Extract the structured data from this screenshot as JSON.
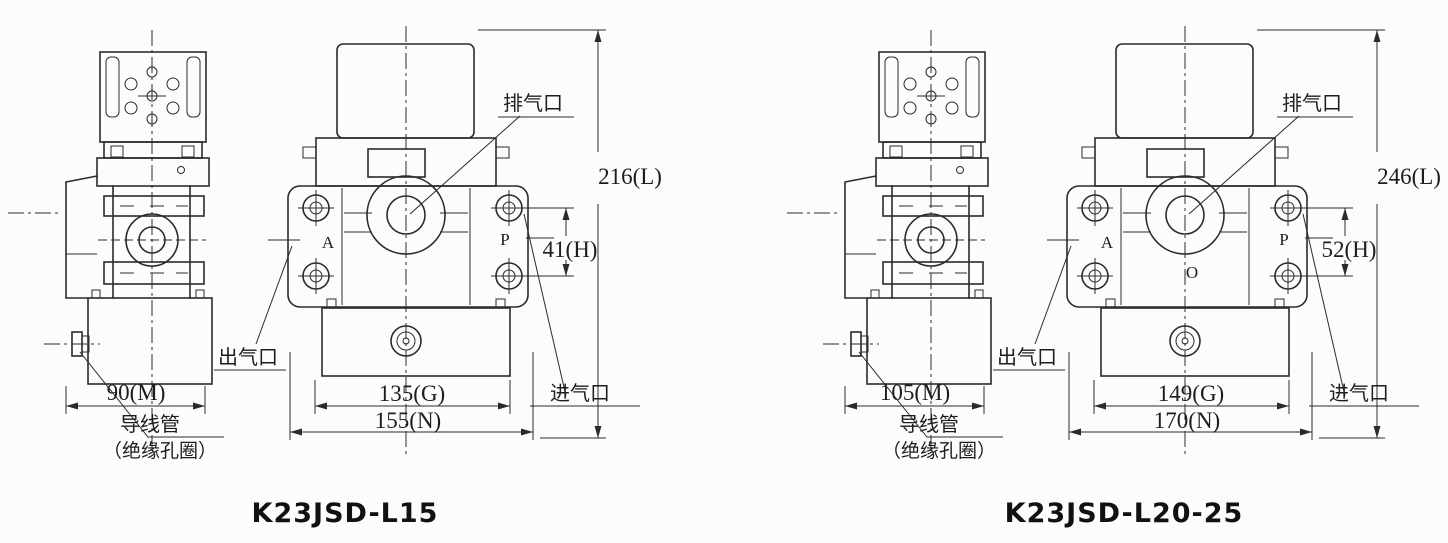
{
  "page": {
    "background": "#fcfcfa",
    "ink_color": "#2b2b2b",
    "description": "Dimensional engineering drawings of two solenoid valves, side view and front view each"
  },
  "drawings": [
    {
      "model": "K23JSD-L15",
      "dims": {
        "M": "90(M)",
        "G": "135(G)",
        "N": "155(N)",
        "L": "216(L)",
        "H": "41(H)"
      },
      "labels": {
        "exhaust": "排气口",
        "outlet": "出气口",
        "inlet": "进气口",
        "conduit_line1": "导线管",
        "conduit_line2": "（绝缘孔圈）"
      },
      "ports": {
        "a": "A",
        "o": "",
        "p": "P"
      }
    },
    {
      "model": "K23JSD-L20-25",
      "dims": {
        "M": "105(M)",
        "G": "149(G)",
        "N": "170(N)",
        "L": "246(L)",
        "H": "52(H)"
      },
      "labels": {
        "exhaust": "排气口",
        "outlet": "出气口",
        "inlet": "进气口",
        "conduit_line1": "导线管",
        "conduit_line2": "（绝缘孔圈）"
      },
      "ports": {
        "a": "A",
        "o": "O",
        "p": "P"
      }
    }
  ]
}
